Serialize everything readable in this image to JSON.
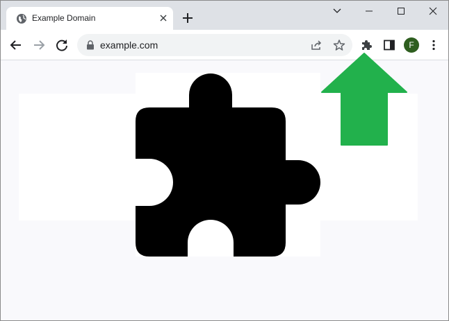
{
  "tab": {
    "title": "Example Domain",
    "favicon": "globe-icon",
    "close_icon": "close-icon"
  },
  "newtab_icon": "plus-icon",
  "window_controls": [
    "chevron-down-icon",
    "minimize-icon",
    "maximize-icon",
    "close-icon"
  ],
  "toolbar": {
    "back_icon": "back-arrow-icon",
    "forward_icon": "forward-arrow-icon",
    "reload_icon": "reload-icon",
    "url": "example.com",
    "share_icon": "share-icon",
    "bookmark_icon": "star-icon",
    "extensions_icon": "puzzle-icon",
    "sidepanel_icon": "side-panel-icon",
    "avatar_letter": "F",
    "menu_icon": "kebab-menu-icon"
  },
  "content": {
    "illustration": "puzzle-piece",
    "arrow_color": "#22b14c",
    "arrow_direction": "up"
  },
  "colors": {
    "tabstrip": "#dee1e6",
    "avatar": "#2e5e1f",
    "arrow": "#22b14c"
  }
}
